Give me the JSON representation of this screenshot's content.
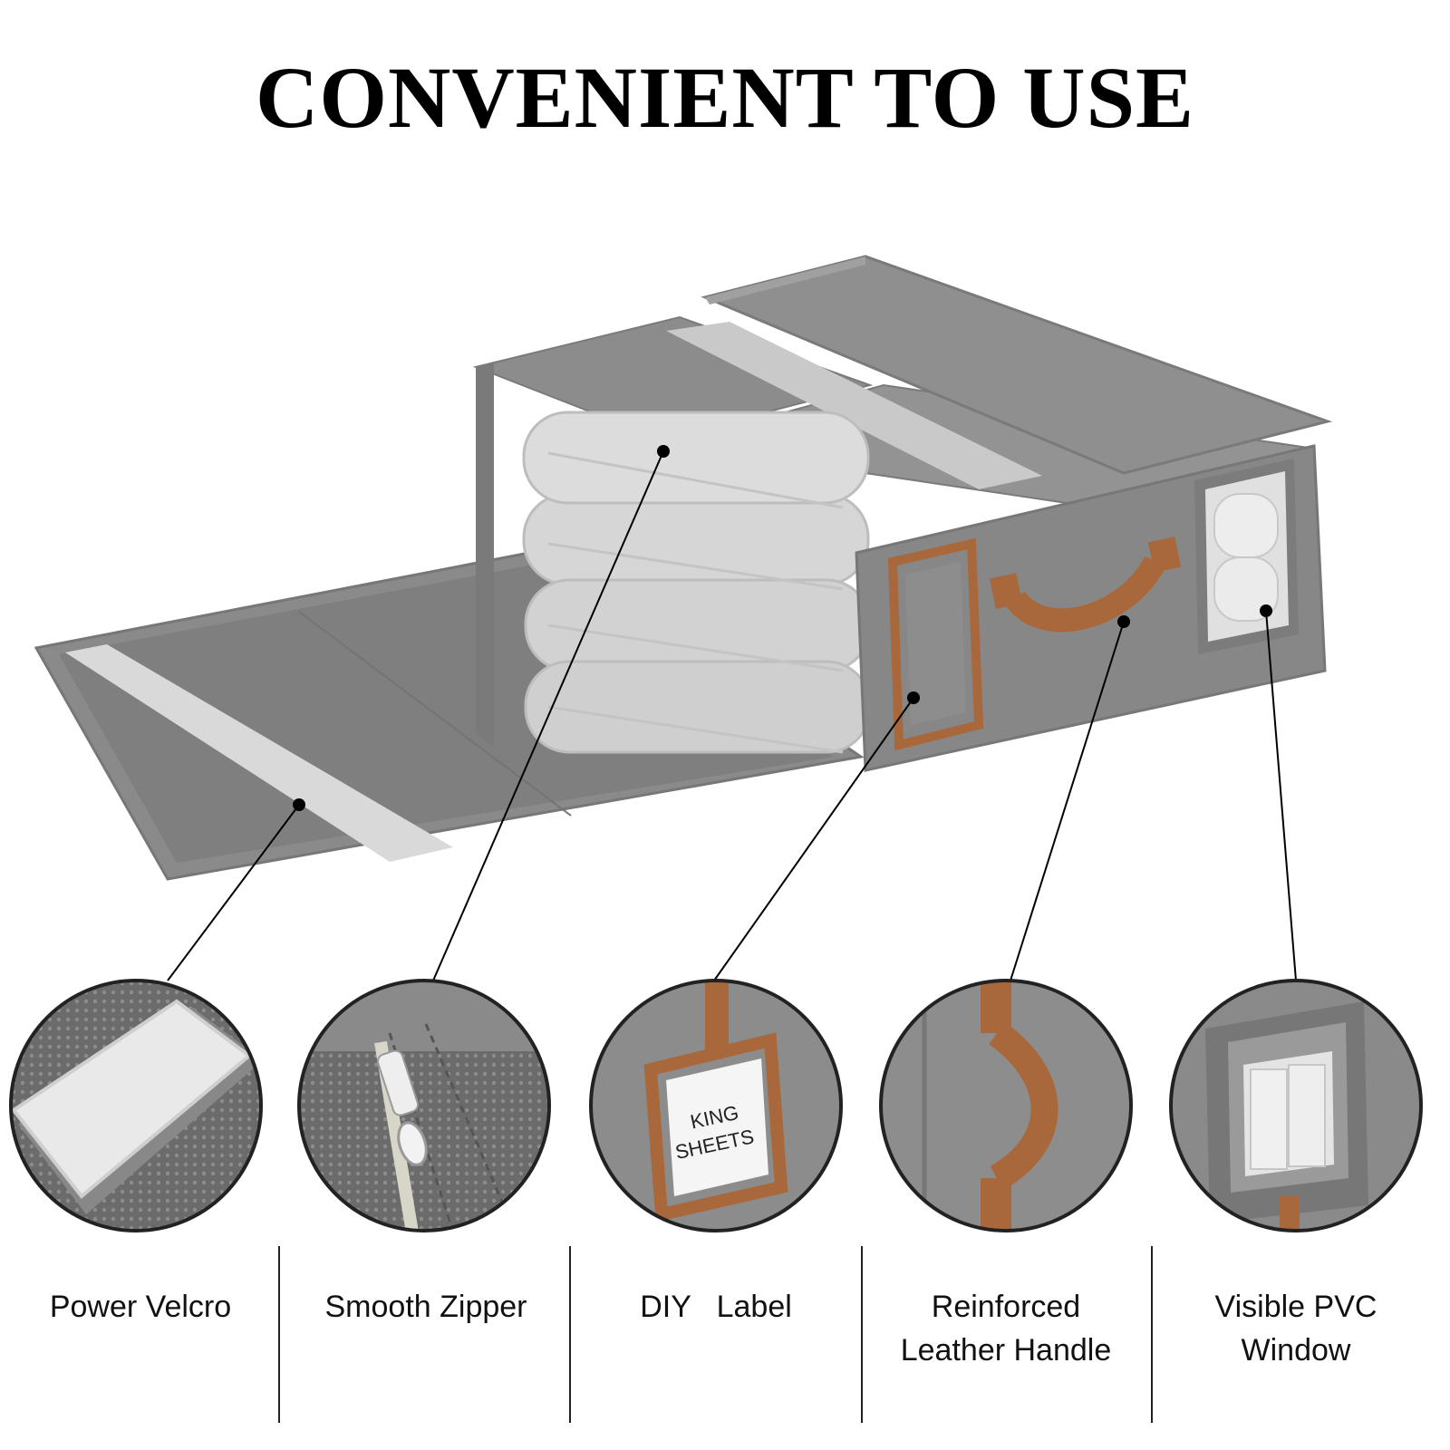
{
  "headline": "CONVENIENT TO USE",
  "zoom_label_text": {
    "line1": "KING",
    "line2": "SHEETS"
  },
  "features": [
    {
      "label": "Power Velcro"
    },
    {
      "label": "Smooth Zipper"
    },
    {
      "label": "DIY   Label"
    },
    {
      "label": "Reinforced\nLeather Handle"
    },
    {
      "label": "Visible PVC\nWindow"
    }
  ],
  "colors": {
    "fabric": "#8a8a8a",
    "fabric_dark": "#6f6f6f",
    "fabric_light": "#a3a3a3",
    "velcro": "#d9d9d9",
    "leather": "#a9683c",
    "blanket": "#d6d6d6",
    "text": "#000000"
  }
}
